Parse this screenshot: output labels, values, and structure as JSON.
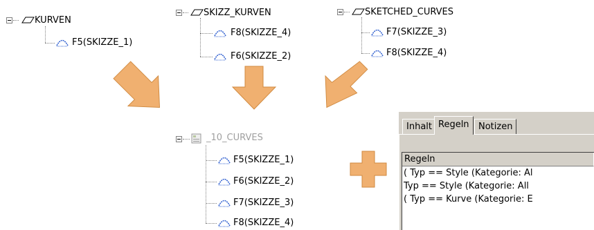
{
  "trees": {
    "kurven": {
      "group_label": "KURVEN",
      "items": [
        "F5(SKIZZE_1)"
      ]
    },
    "skizz_kurven": {
      "group_label": "SKIZZ_KURVEN",
      "items": [
        "F8(SKIZZE_4)",
        "F6(SKIZZE_2)"
      ]
    },
    "sketched_curves": {
      "group_label": "SKETCHED_CURVES",
      "items": [
        "F7(SKIZZE_3)",
        "F8(SKIZZE_4)"
      ]
    },
    "result": {
      "group_label": "_10_CURVES",
      "items": [
        "F5(SKIZZE_1)",
        "F6(SKIZZE_2)",
        "F7(SKIZZE_3)",
        "F8(SKIZZE_4)"
      ]
    }
  },
  "panel": {
    "tabs": [
      "Inhalt",
      "Regeln",
      "Notizen"
    ],
    "active_tab": "Regeln",
    "list_header": "Regeln",
    "rows": [
      "( Typ  == Style (Kategorie: Al",
      "  Typ  == Style (Kategorie: All",
      "( Typ  == Kurve (Kategorie: E"
    ]
  },
  "colors": {
    "arrow": "#f0b070",
    "arrow_stroke": "#d08a40",
    "plus": "#f0b070",
    "curve_icon": "#3060d0"
  },
  "icons": {
    "group": "parallelogram-icon",
    "curve": "sketch-curve-icon",
    "result_group": "grouped-items-icon",
    "arrow": "down-arrow",
    "plus": "plus-sign"
  }
}
